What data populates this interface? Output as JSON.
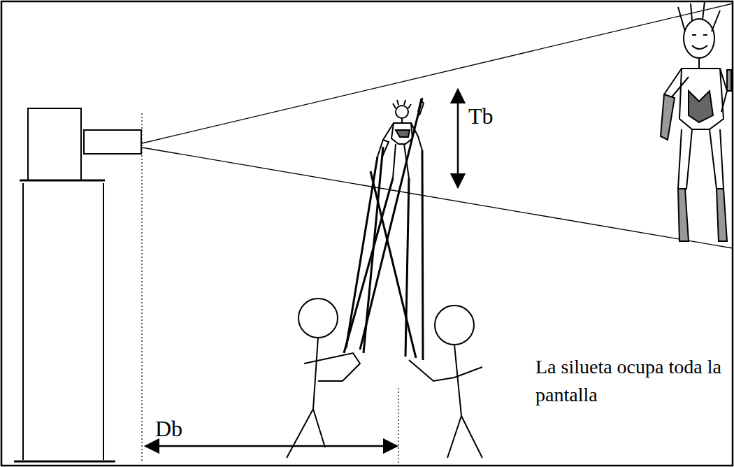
{
  "diagram": {
    "labels": [
      "Tb",
      "Db",
      "La silueta ocupa toda la pantalla"
    ]
  }
}
